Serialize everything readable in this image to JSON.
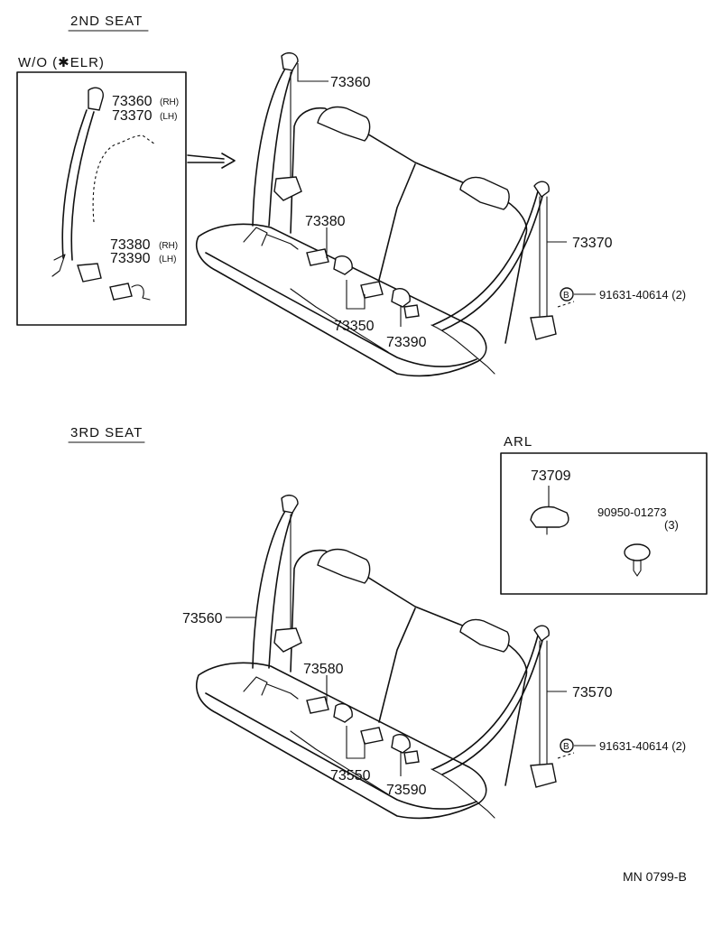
{
  "sections": {
    "second_seat": "2ND  SEAT",
    "third_seat": "3RD  SEAT"
  },
  "inset_wo": {
    "title": "W/O (✱ELR)",
    "part_upper_rh": "73360",
    "part_upper_rh_side": "(RH)",
    "part_upper_lh": "73370",
    "part_upper_lh_side": "(LH)",
    "part_lower_rh": "73380",
    "part_lower_rh_side": "(RH)",
    "part_lower_lh": "73390",
    "part_lower_lh_side": "(LH)"
  },
  "second_seat_parts": {
    "p73360": "73360",
    "p73380": "73380",
    "p73370": "73370",
    "p73350": "73350",
    "p73390": "73390",
    "bolt_marker": "B",
    "bolt_part": "91631-40614  (2)"
  },
  "inset_arl": {
    "title": "ARL",
    "cover_part": "73709",
    "clip_part": "90950-01273",
    "clip_qty": "(3)"
  },
  "third_seat_parts": {
    "p73560": "73560",
    "p73580": "73580",
    "p73570": "73570",
    "p73550": "73550",
    "p73590": "73590",
    "bolt_marker": "B",
    "bolt_part": "91631-40614  (2)"
  },
  "footer_code": "MN  0799-B"
}
